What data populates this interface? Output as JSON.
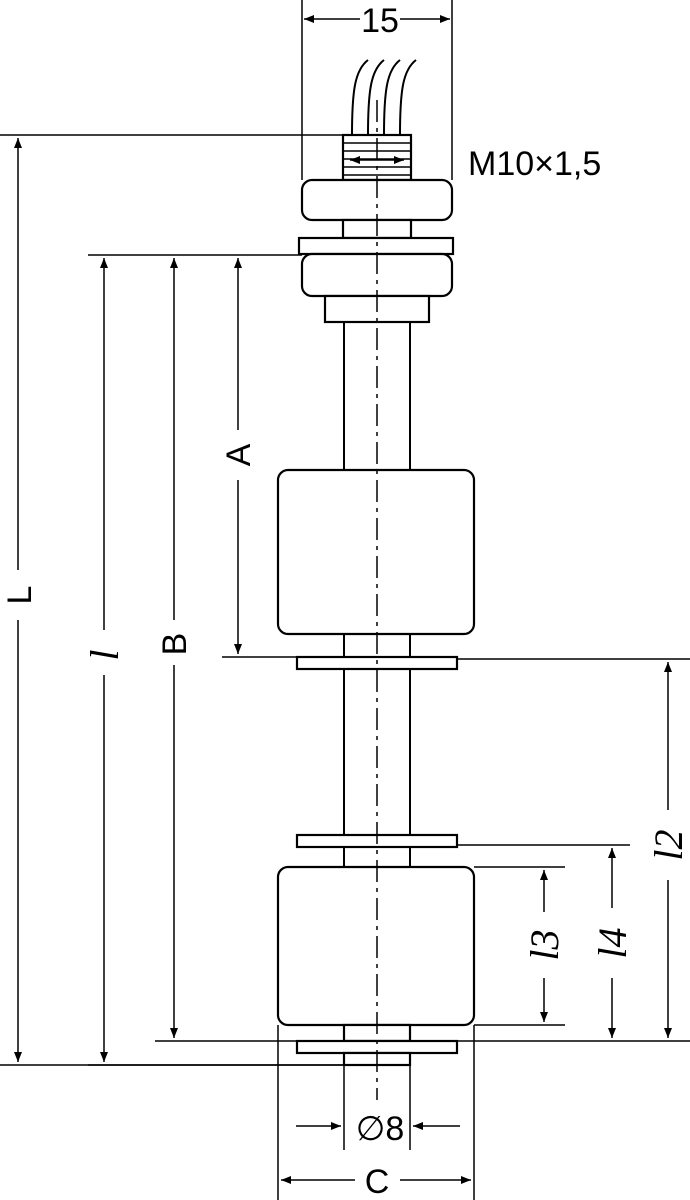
{
  "labels": {
    "width_top": "15",
    "thread": "M10×1,5",
    "dim_L": "L",
    "dim_l": "l",
    "dim_B": "B",
    "dim_A": "A",
    "dim_l2": "l2",
    "dim_l3": "l3",
    "dim_l4": "l4",
    "diameter": "∅8",
    "dim_C": "C"
  }
}
